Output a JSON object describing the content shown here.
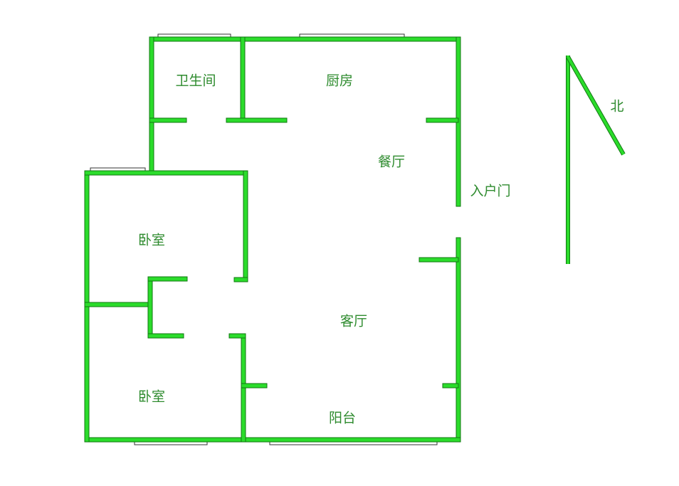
{
  "rooms": {
    "bathroom": "卫生间",
    "kitchen": "厨房",
    "dining": "餐厅",
    "entrance": "入户门",
    "bedroom_upper": "卧室",
    "bedroom_lower": "卧室",
    "living": "客厅",
    "balcony": "阳台"
  },
  "compass": {
    "north": "北"
  },
  "colors": {
    "wall": "#2bdc2b",
    "label": "#2e8b2e"
  }
}
